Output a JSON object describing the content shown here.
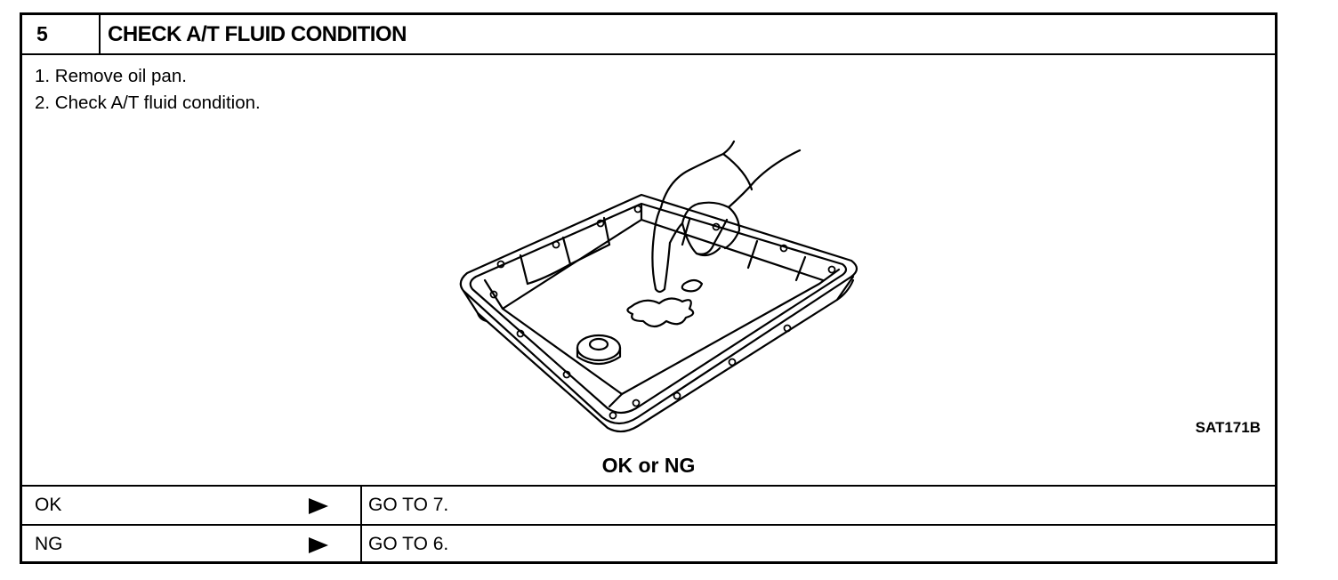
{
  "step": {
    "number": "5",
    "title": "CHECK A/T FLUID CONDITION"
  },
  "instructions": [
    "1.  Remove oil pan.",
    "2.  Check A/T fluid condition."
  ],
  "figure": {
    "code": "SAT171B",
    "illustration": "oil-pan-with-finger-checking-fluid"
  },
  "judgement": "OK or NG",
  "results": [
    {
      "label": "OK",
      "action": "GO TO 7."
    },
    {
      "label": "NG",
      "action": "GO TO 6."
    }
  ]
}
